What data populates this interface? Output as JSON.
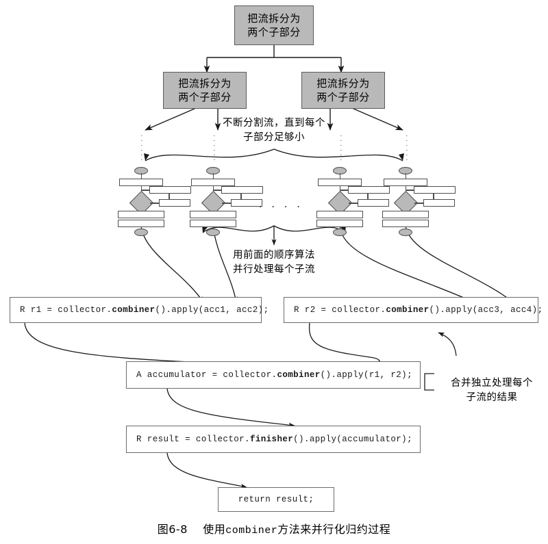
{
  "figure": {
    "caption_prefix": "图6-8",
    "caption_text_a": "使用",
    "caption_mono": "combiner",
    "caption_text_b": "方法来并行化归约过程"
  },
  "colors": {
    "gray_fill": "#b9b9b9",
    "gray_border": "#5a5a5a",
    "box_border": "#6b6b6b",
    "line": "#1a1a1a",
    "dot": "#555555"
  },
  "split_boxes": {
    "root": {
      "line1": "把流拆分为",
      "line2": "两个子部分"
    },
    "left": {
      "line1": "把流拆分为",
      "line2": "两个子部分"
    },
    "right": {
      "line1": "把流拆分为",
      "line2": "两个子部分"
    }
  },
  "notes": {
    "split_note": {
      "line1": "不断分割流，直到每个",
      "line2": "子部分足够小"
    },
    "process_note": {
      "line1": "用前面的顺序算法",
      "line2": "并行处理每个子流"
    },
    "merge_note": {
      "line1": "合并独立处理每个",
      "line2": "子流的结果"
    }
  },
  "middle_ellipsis": ". . . .",
  "code_boxes": {
    "r1": {
      "pre": "R r1 = collector.",
      "bold": "combiner",
      "post": "().apply(acc1, acc2);"
    },
    "r2": {
      "pre": "R r2 = collector.",
      "bold": "combiner",
      "post": "().apply(acc3, acc4);"
    },
    "accumulator": {
      "pre": "A accumulator = collector.",
      "bold": "combiner",
      "post": "().apply(r1, r2);"
    },
    "result": {
      "pre": "R result = collector.",
      "bold": "finisher",
      "post": "().apply(accumulator);"
    },
    "return": {
      "pre": "return result;",
      "bold": "",
      "post": ""
    }
  },
  "glyph_dots": "··········"
}
